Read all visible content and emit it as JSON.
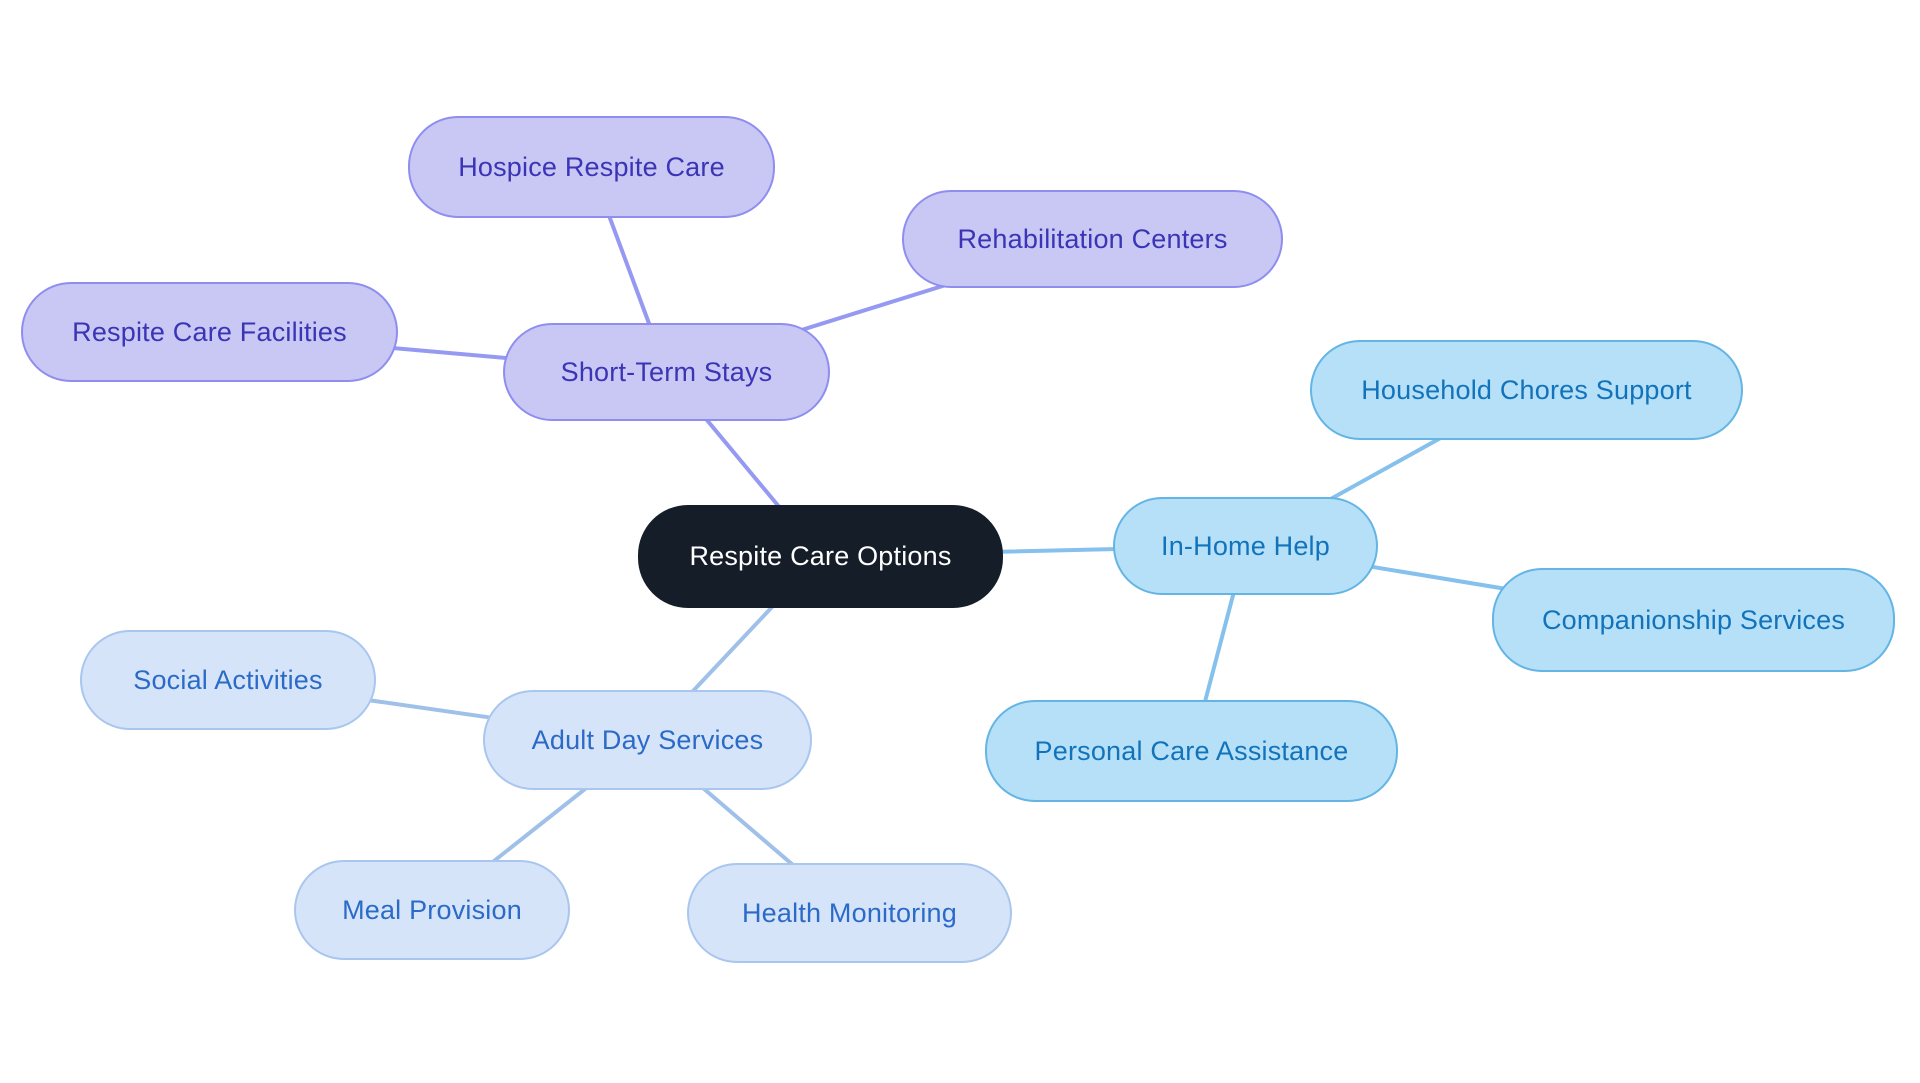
{
  "mindmap": {
    "center": {
      "id": "respite-care-options",
      "label": "Respite Care Options"
    },
    "branches": [
      {
        "id": "short-term-stays",
        "label": "Short-Term Stays",
        "color_family": "purple",
        "children": [
          {
            "id": "hospice-respite-care",
            "label": "Hospice Respite Care"
          },
          {
            "id": "rehabilitation-centers",
            "label": "Rehabilitation Centers"
          },
          {
            "id": "respite-care-facilities",
            "label": "Respite Care Facilities"
          }
        ]
      },
      {
        "id": "in-home-help",
        "label": "In-Home Help",
        "color_family": "sky",
        "children": [
          {
            "id": "household-chores-support",
            "label": "Household Chores Support"
          },
          {
            "id": "companionship-services",
            "label": "Companionship Services"
          },
          {
            "id": "personal-care-assistance",
            "label": "Personal Care Assistance"
          }
        ]
      },
      {
        "id": "adult-day-services",
        "label": "Adult Day Services",
        "color_family": "blue",
        "children": [
          {
            "id": "social-activities",
            "label": "Social Activities"
          },
          {
            "id": "meal-provision",
            "label": "Meal Provision"
          },
          {
            "id": "health-monitoring",
            "label": "Health Monitoring"
          }
        ]
      }
    ],
    "theme": {
      "background": "#ffffff",
      "central_fill": "#151e28",
      "central_text": "#ffffff",
      "purple_fill": "#c9c7f4",
      "purple_border": "#8f8eef",
      "purple_text": "#3a35b5",
      "purple_edge": "#9699f1",
      "sky_fill": "#b5e0f8",
      "sky_border": "#64b4e4",
      "sky_text": "#1373ba",
      "sky_edge": "#85c1ec",
      "blue_fill": "#d6e4fa",
      "blue_border": "#a9c6ee",
      "blue_text": "#2b6bc7",
      "blue_edge": "#9fc0e9"
    }
  }
}
